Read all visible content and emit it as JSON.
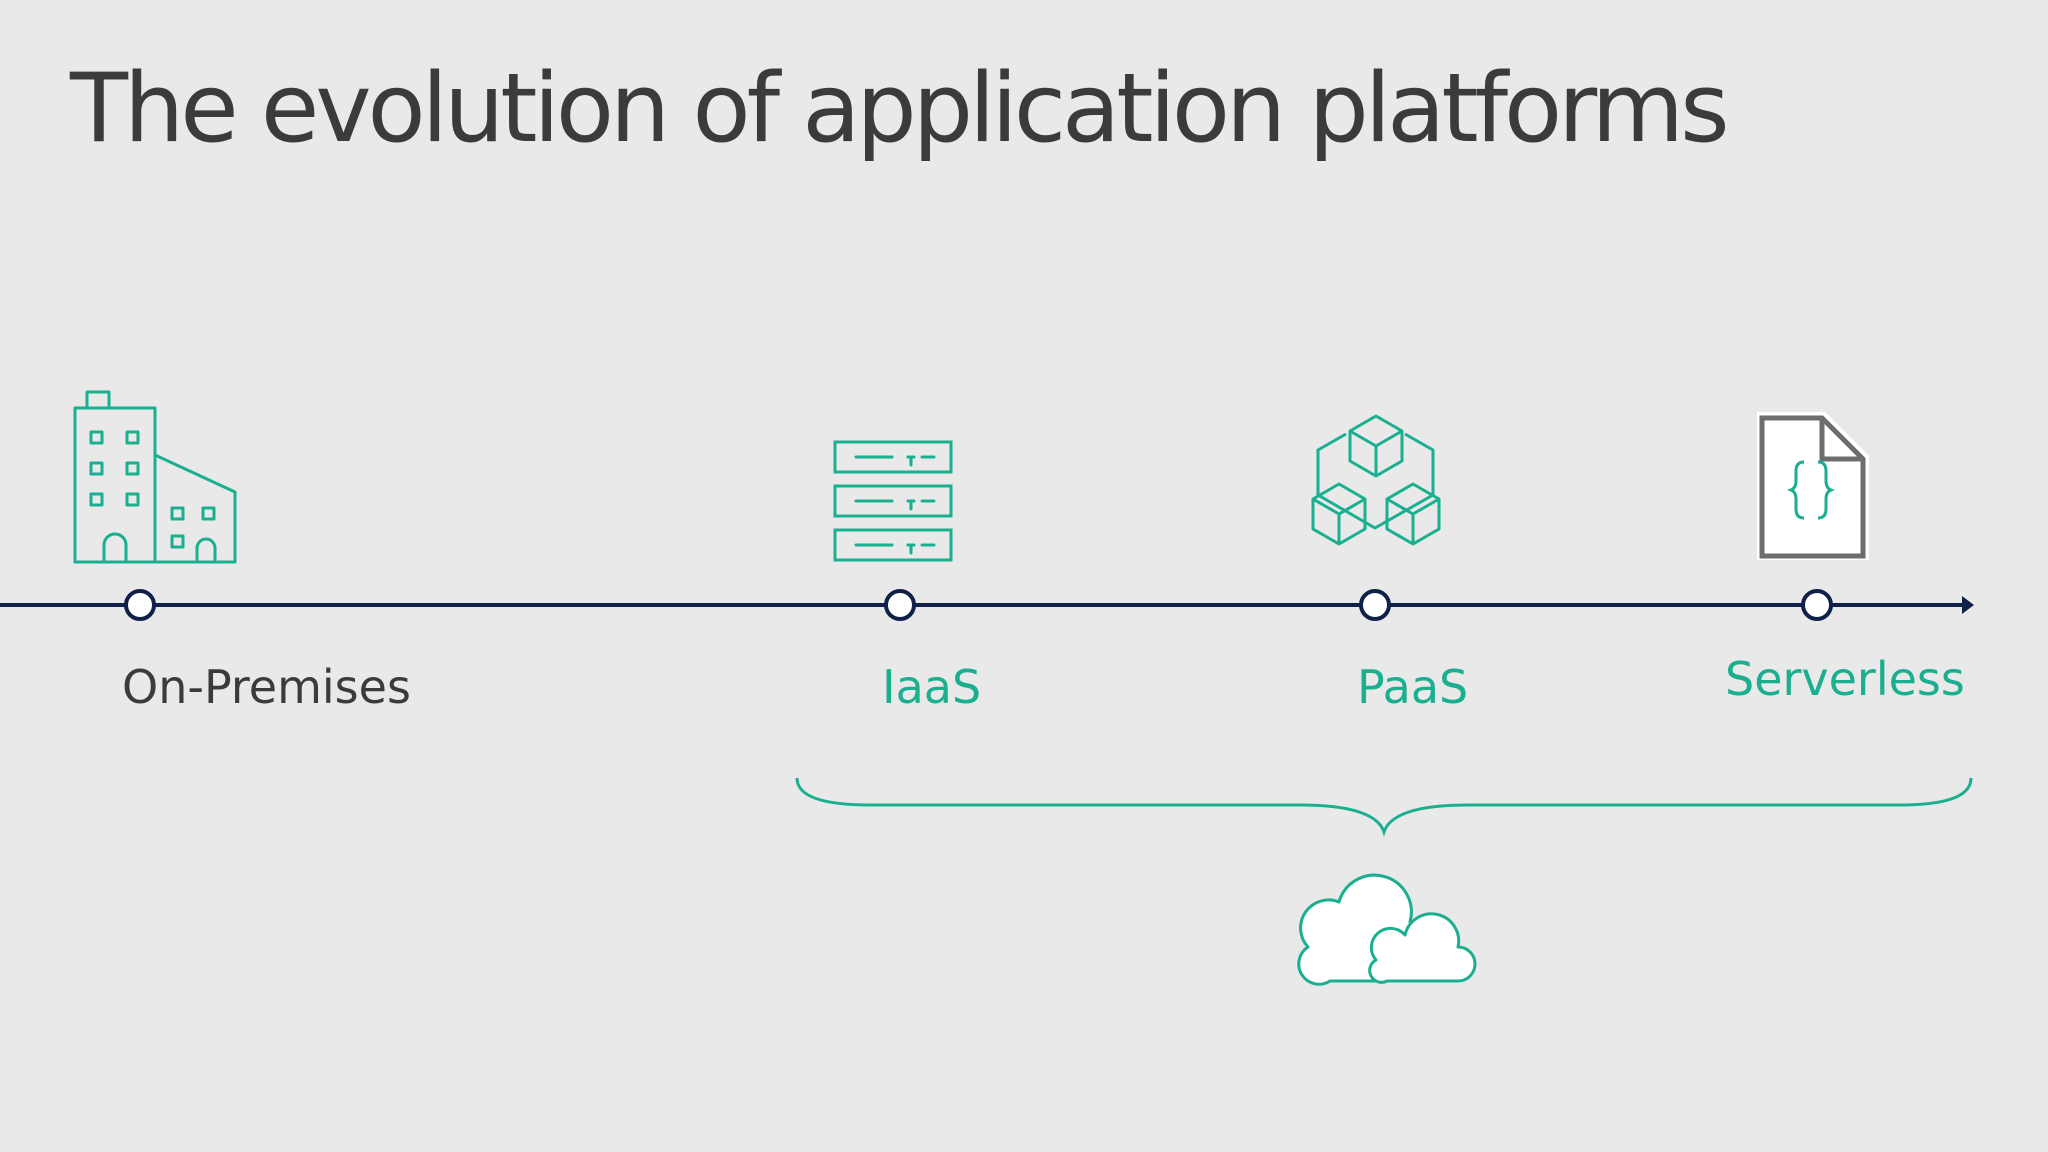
{
  "title": "The evolution of application platforms",
  "stages": [
    {
      "label": "On-Premises",
      "icon": "building-icon",
      "cloud": false
    },
    {
      "label": "IaaS",
      "icon": "server-rack-icon",
      "cloud": true
    },
    {
      "label": "PaaS",
      "icon": "cubes-icon",
      "cloud": true
    },
    {
      "label": "Serverless",
      "icon": "function-file-icon",
      "cloud": true
    }
  ],
  "cloud_group_icon": "cloud-icon",
  "colors": {
    "background": "#e9e9ea",
    "title": "#3b3b3b",
    "accent_teal": "#1aaf8f",
    "timeline_navy": "#0f2049",
    "on_prem_label": "#3b3b3b",
    "file_gray": "#6d6d6d"
  }
}
